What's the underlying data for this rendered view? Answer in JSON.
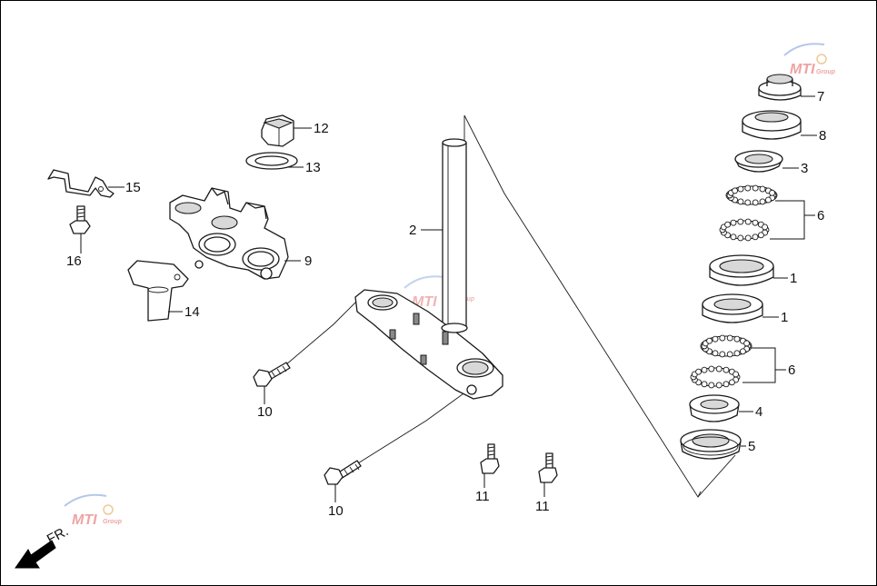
{
  "callouts": [
    {
      "id": "c12",
      "label": "12"
    },
    {
      "id": "c13",
      "label": "13"
    },
    {
      "id": "c15",
      "label": "15"
    },
    {
      "id": "c16",
      "label": "16"
    },
    {
      "id": "c9",
      "label": "9"
    },
    {
      "id": "c14",
      "label": "14"
    },
    {
      "id": "c2",
      "label": "2"
    },
    {
      "id": "c10a",
      "label": "10"
    },
    {
      "id": "c10b",
      "label": "10"
    },
    {
      "id": "c11a",
      "label": "11"
    },
    {
      "id": "c11b",
      "label": "11"
    },
    {
      "id": "c7",
      "label": "7"
    },
    {
      "id": "c8",
      "label": "8"
    },
    {
      "id": "c3",
      "label": "3"
    },
    {
      "id": "c6a",
      "label": "6"
    },
    {
      "id": "c1a",
      "label": "1"
    },
    {
      "id": "c1b",
      "label": "1"
    },
    {
      "id": "c6b",
      "label": "6"
    },
    {
      "id": "c4",
      "label": "4"
    },
    {
      "id": "c5",
      "label": "5"
    }
  ],
  "direction_label": "FR.",
  "watermark": {
    "text": "MTI",
    "subtext": "Group",
    "color": "#e05a5a",
    "accent": "#7a9ad8"
  }
}
